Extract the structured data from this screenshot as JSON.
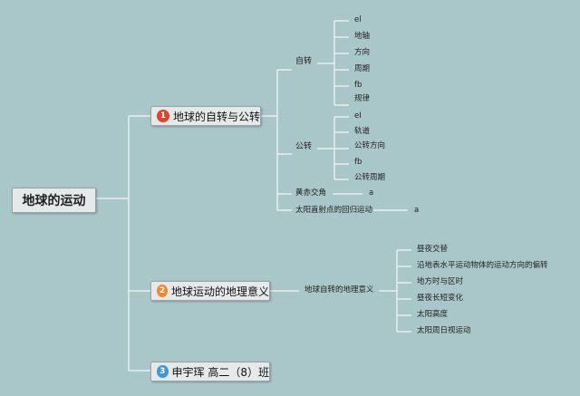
{
  "root": {
    "label": "地球的运动"
  },
  "branches": [
    {
      "number": "1",
      "label": "地球的自转与公转",
      "badge_color": "#e53f2f"
    },
    {
      "number": "2",
      "label": "地球运动的地理意义",
      "badge_color": "#f0862e"
    },
    {
      "number": "3",
      "label": "申宇珲 高二（8）班",
      "badge_color": "#3f97d6"
    }
  ],
  "rotation": {
    "label": "自转",
    "children": [
      "el",
      "地轴",
      "方向",
      "周期",
      "fb",
      "规律"
    ]
  },
  "revolution": {
    "label": "公转",
    "children": [
      "eI",
      "轨道",
      "公转方向",
      "fb",
      "公转周期"
    ]
  },
  "ecliptic": {
    "label": "黄赤交角",
    "child": "a"
  },
  "direct_point": {
    "label": "太阳直射点的回归运动",
    "child": "a"
  },
  "geo_meaning": {
    "label": "地球自转的地理意义",
    "children": [
      "昼夜交替",
      "沿地表水平运动物体的运动方向的偏转",
      "地方时与区时",
      "昼夜长短变化",
      "太阳高度",
      "太阳周日视运动"
    ]
  }
}
